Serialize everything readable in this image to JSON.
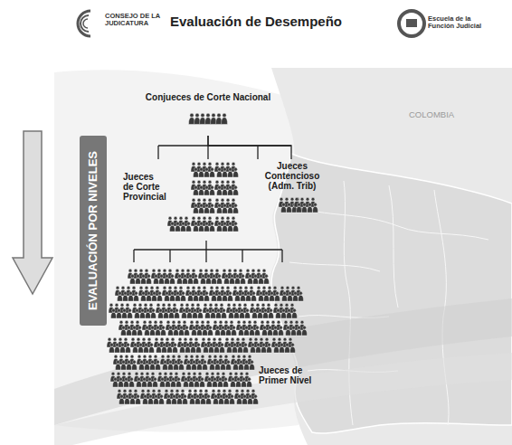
{
  "diagram": {
    "title": "Evaluación de Desempeño",
    "nodes": [
      {
        "text": [
          "EVALUACIÓN POR NIVELES"
        ]
      },
      {
        "text": [
          "Conjueces de Corte Nacional"
        ]
      },
      {
        "text": [
          "Jueces de Corte Provincial"
        ]
      },
      {
        "text": [
          "Jueces Contencioso (Adm. Trib)"
        ]
      },
      {
        "text": [
          "Jueces de Primer Nivel"
        ]
      }
    ],
    "edges": [
      {
        "from": 1,
        "to": 2,
        "arrow": "none"
      },
      {
        "from": 1,
        "to": 3,
        "arrow": "none"
      },
      {
        "from": 2,
        "to": 4,
        "arrow": "none"
      }
    ],
    "labels": [
      "CONSEJO DE LA JUDICATURA",
      "Escuela de la Función Judicial",
      "COLOMBIA"
    ]
  }
}
